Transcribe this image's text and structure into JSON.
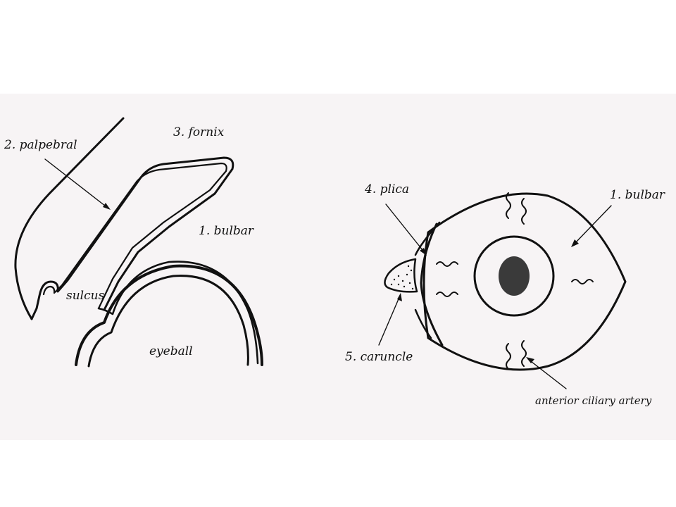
{
  "left_view": {
    "labels": {
      "palpebral": "2. palpebral",
      "fornix": "3. fornix",
      "bulbar": "1. bulbar",
      "sulcus": "sulcus",
      "eyeball": "eyeball"
    }
  },
  "right_view": {
    "labels": {
      "plica": "4. plica",
      "bulbar": "1. bulbar",
      "caruncle": "5. caruncle",
      "anterior_ciliary_artery": "anterior ciliary artery"
    }
  },
  "colors": {
    "ink": "#111111",
    "panel_background": "#f7f4f5",
    "page_background": "#ffffff"
  }
}
